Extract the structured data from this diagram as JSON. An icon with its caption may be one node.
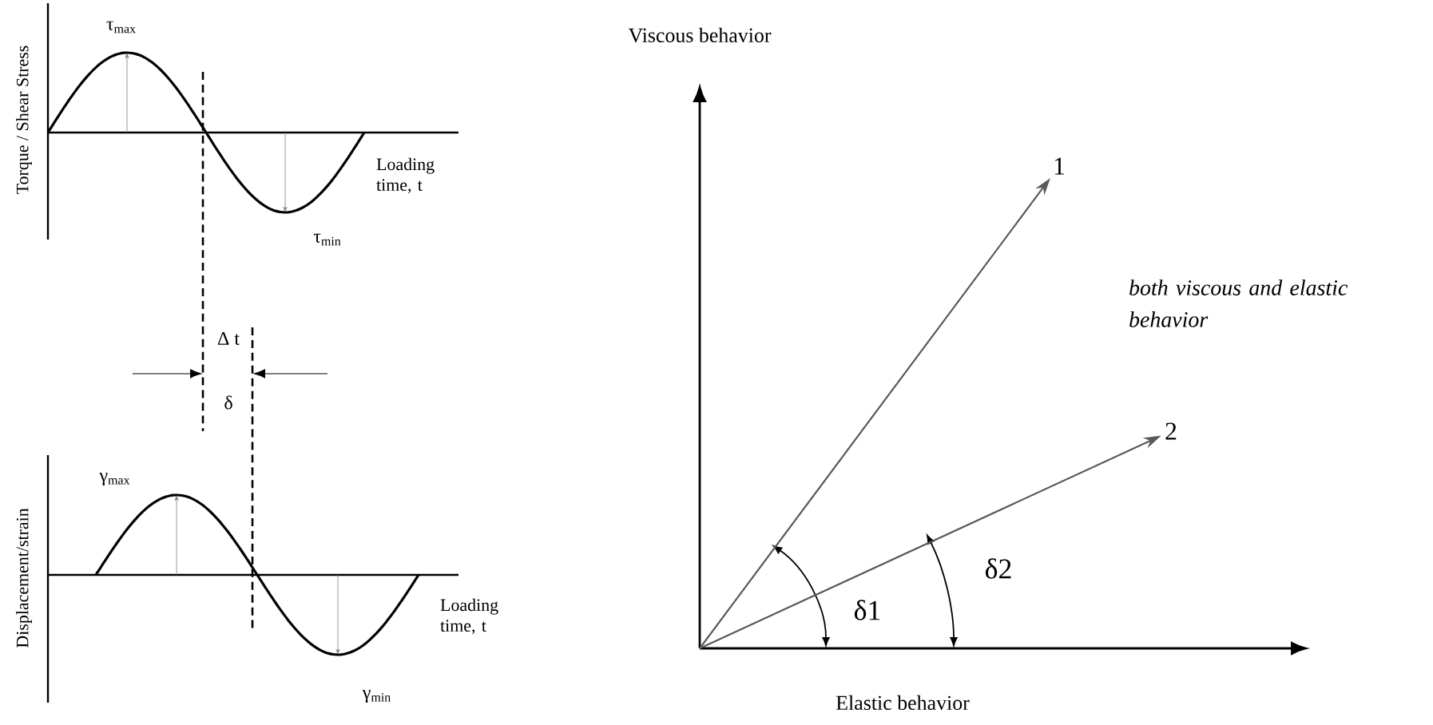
{
  "diagram": {
    "nodes": [
      {
        "text": [
          "1"
        ]
      },
      {
        "text": [
          "2"
        ]
      }
    ],
    "edges": [
      {
        "from": null,
        "to": 0,
        "arrow": "to"
      },
      {
        "from": null,
        "to": 1,
        "arrow": "to"
      }
    ],
    "labels": [
      "Torque / Shear Stress",
      "τ$_{max}$",
      "Loading time, t",
      "τ$_{min}$",
      "Δ t",
      "δ",
      "Displacement/strain",
      "γ$_{max}$",
      "Loading time, t",
      "γ$_{min}$",
      "Viscous behavior",
      "both viscous and elastic behavior",
      "δ1",
      "δ2",
      "Elastic behavior"
    ]
  }
}
